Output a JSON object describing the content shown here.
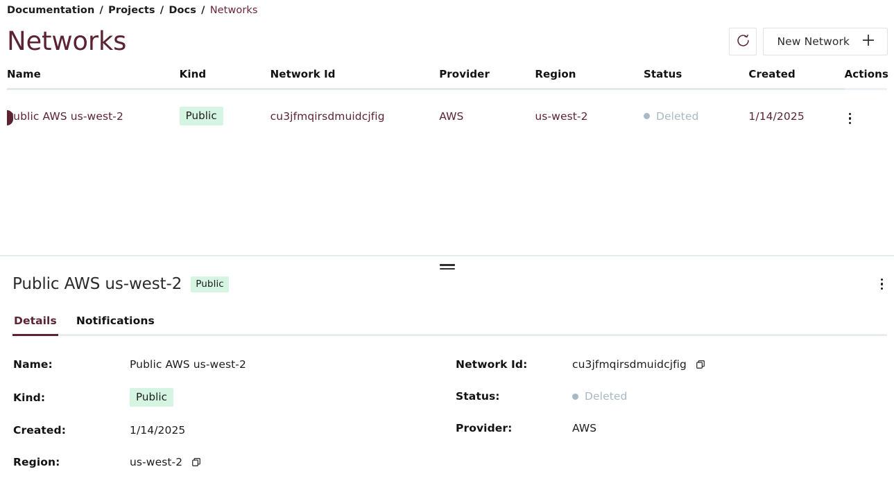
{
  "breadcrumb": {
    "items": [
      "Documentation",
      "Projects",
      "Docs",
      "Networks"
    ],
    "separator": "/"
  },
  "header": {
    "title": "Networks",
    "refresh_icon": "refresh-icon",
    "new_network_label": "New Network",
    "plus_icon": "plus-icon"
  },
  "table": {
    "columns": [
      "Name",
      "Kind",
      "Network Id",
      "Provider",
      "Region",
      "Status",
      "Created",
      "Actions"
    ],
    "rows": [
      {
        "name": "Public AWS us-west-2",
        "kind": "Public",
        "network_id": "cu3jfmqirsdmuidcjfig",
        "provider": "AWS",
        "region": "us-west-2",
        "status": "Deleted",
        "created": "1/14/2025",
        "actions_icon": "kebab-menu-icon",
        "selected": true
      }
    ]
  },
  "detail": {
    "title": "Public AWS us-west-2",
    "badge": "Public",
    "menu_icon": "kebab-menu-icon",
    "drag_handle": "resize-handle",
    "tabs": [
      {
        "label": "Details",
        "active": true
      },
      {
        "label": "Notifications",
        "active": false
      }
    ],
    "fields_left": [
      {
        "label": "Name:",
        "value": "Public AWS us-west-2",
        "type": "text"
      },
      {
        "label": "Kind:",
        "value": "Public",
        "type": "badge"
      },
      {
        "label": "Created:",
        "value": "1/14/2025",
        "type": "text"
      },
      {
        "label": "Region:",
        "value": "us-west-2",
        "type": "text-copy"
      }
    ],
    "fields_right": [
      {
        "label": "Network Id:",
        "value": "cu3jfmqirsdmuidcjfig",
        "type": "text-copy"
      },
      {
        "label": "Status:",
        "value": "Deleted",
        "type": "status"
      },
      {
        "label": "Provider:",
        "value": "AWS",
        "type": "text"
      }
    ]
  },
  "colors": {
    "accent": "#5c2333",
    "badge_bg": "#d5f5e2",
    "status_muted": "#a8b9c6",
    "border": "#e3e8ed"
  }
}
